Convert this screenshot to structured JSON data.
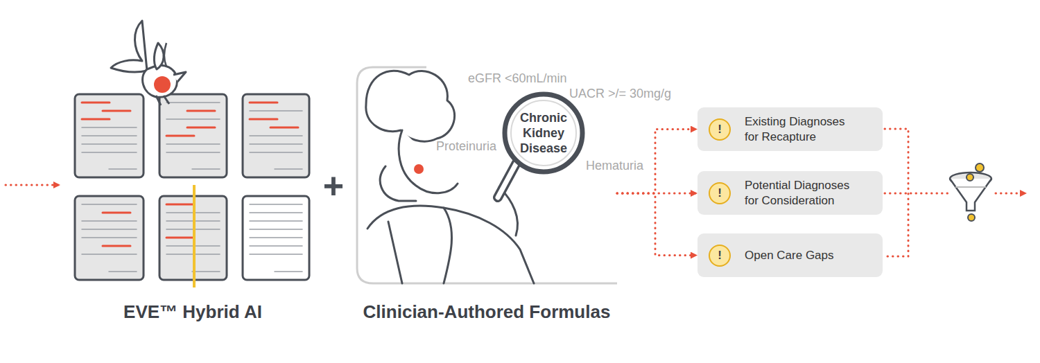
{
  "diagram": {
    "nodes": [
      {
        "text": [
          "eGFR <60mL/min",
          "UACR >/= 30mg/g",
          "Proteinuria",
          "Hematuria",
          "Chronic Kidney Disease",
          "Clinician-Authored Formulas"
        ]
      },
      {
        "text": [
          "!",
          "Existing Diagnoses for Recapture"
        ]
      },
      {
        "text": [
          "!",
          "Potential Diagnoses for Consideration"
        ]
      },
      {
        "text": [
          "!",
          "Open Care Gaps"
        ]
      }
    ],
    "edges": [
      {
        "from": 0,
        "to": 1,
        "arrow": "to"
      },
      {
        "from": 0,
        "to": 2,
        "arrow": "to"
      },
      {
        "from": 0,
        "to": 3,
        "arrow": "to"
      }
    ],
    "labels": [
      "EVE™ Hybrid AI",
      "+"
    ]
  }
}
